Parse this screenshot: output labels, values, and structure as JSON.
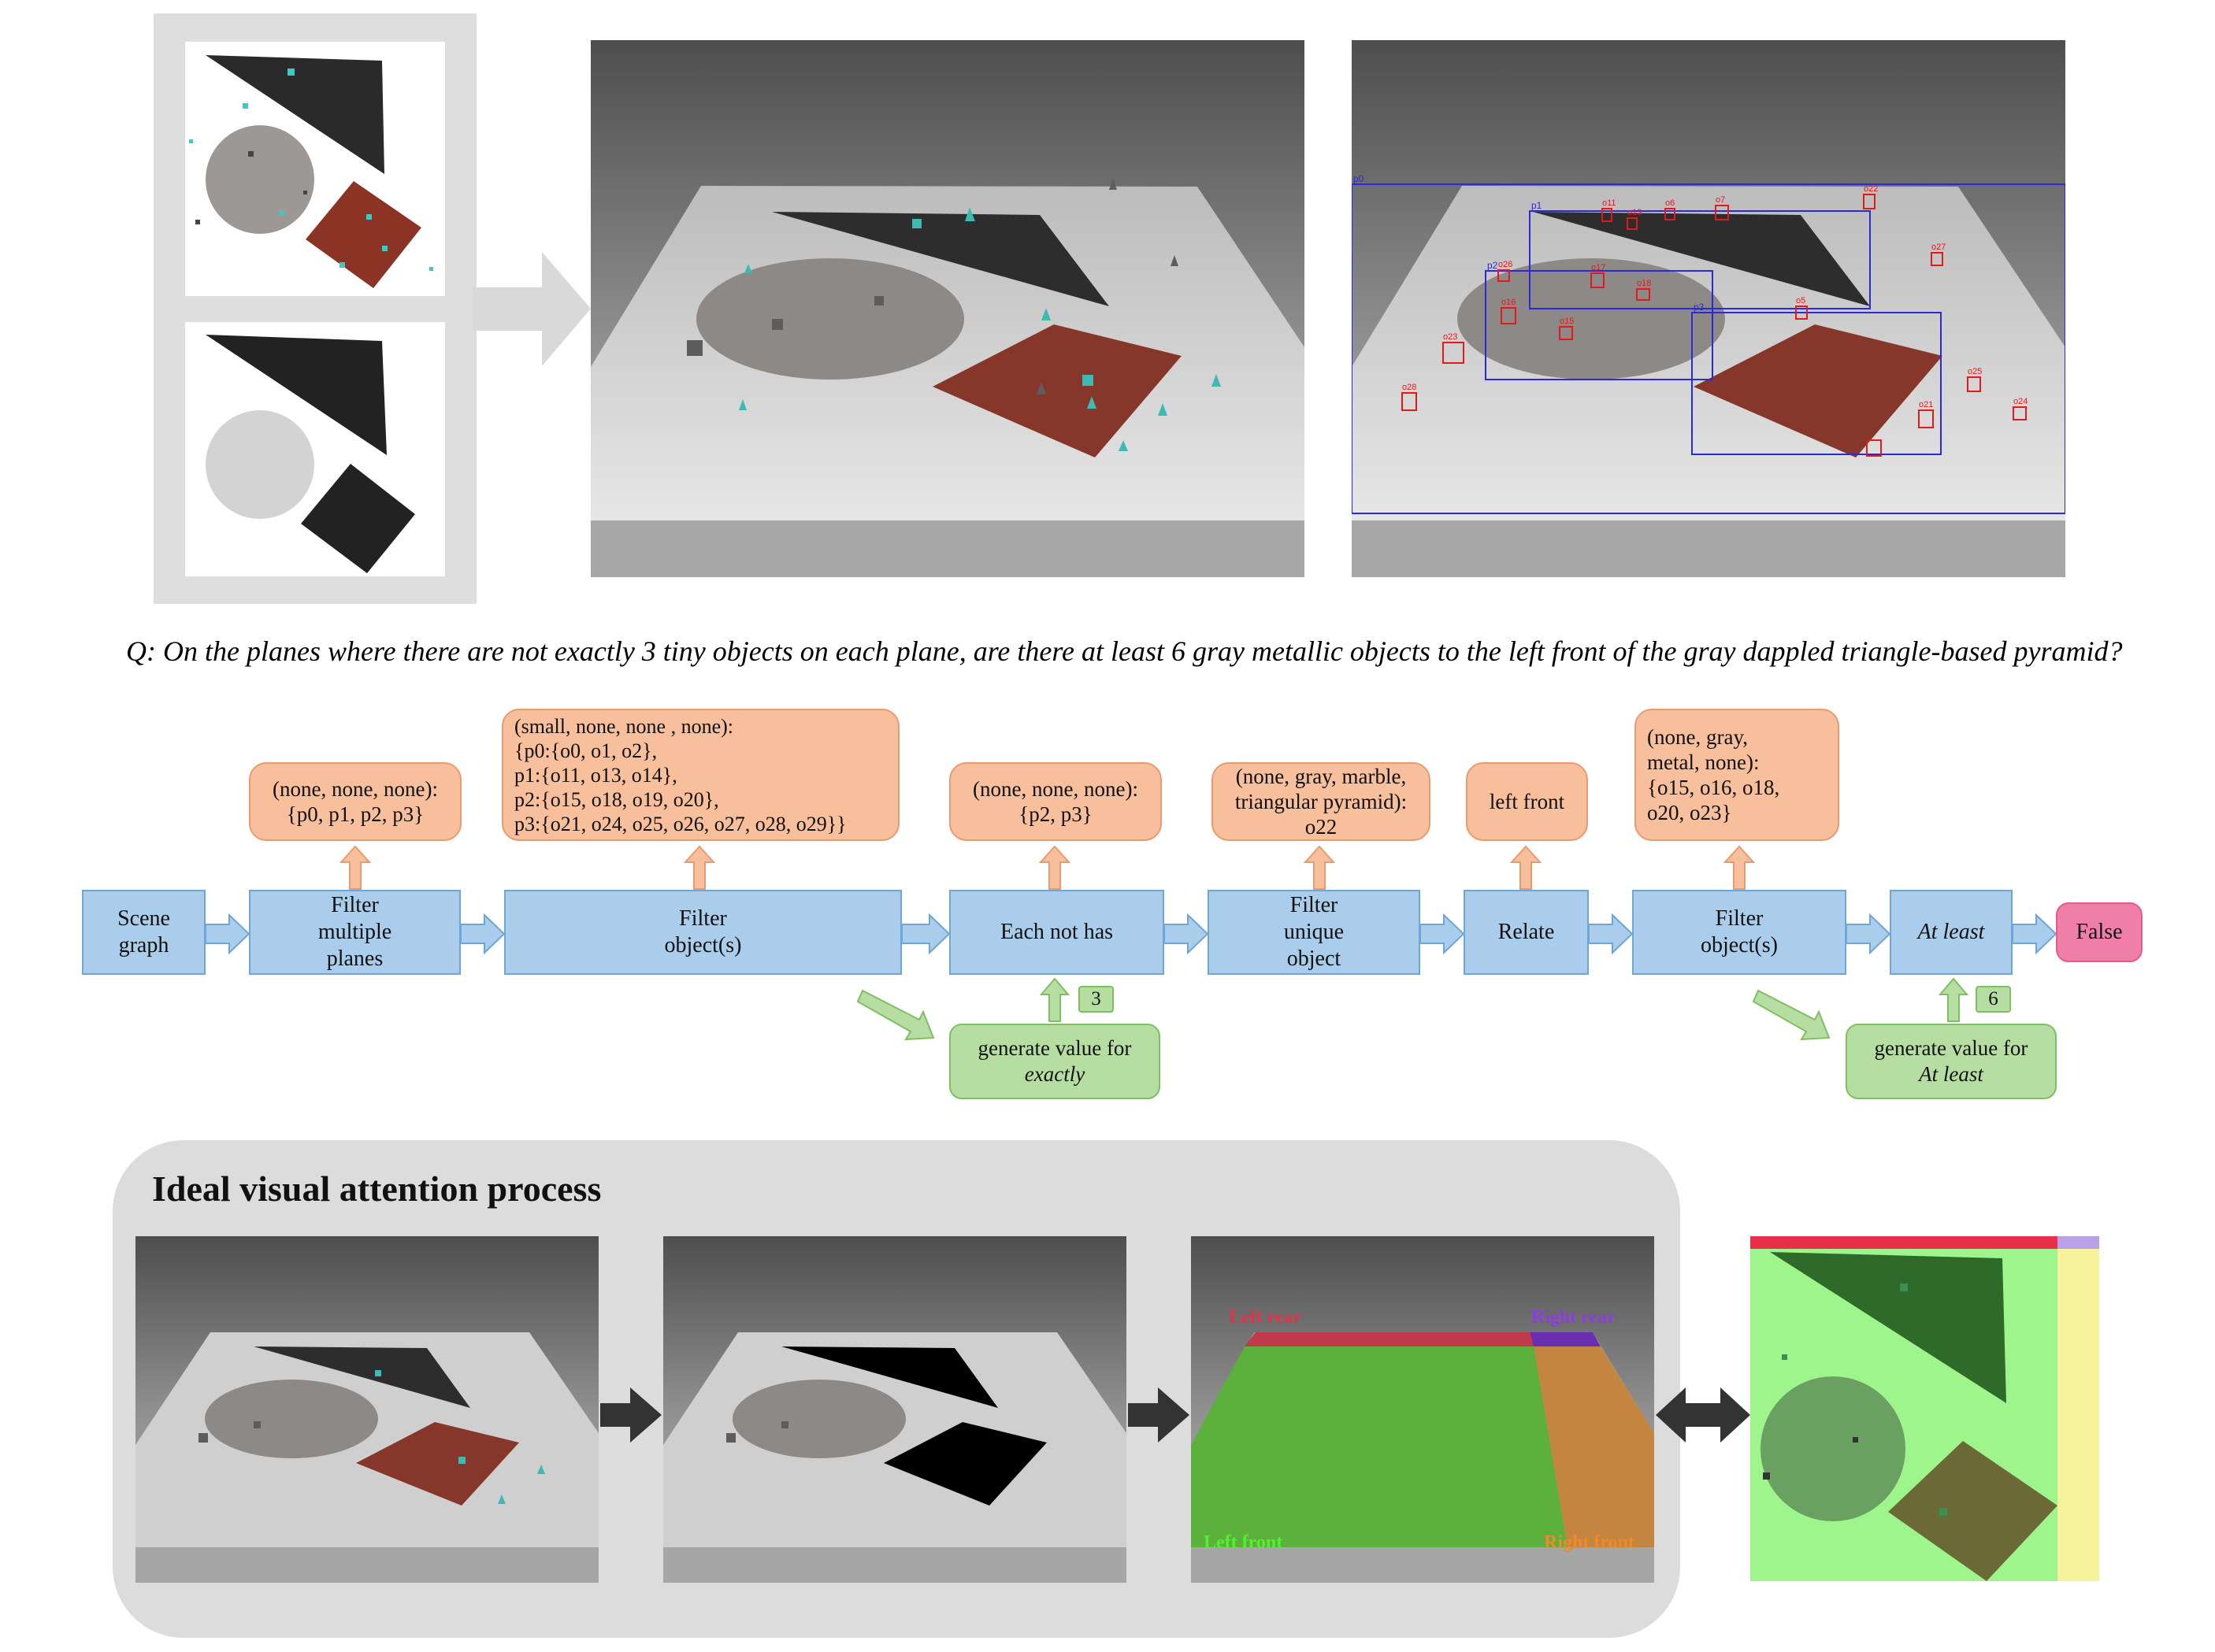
{
  "question": "Q: On the planes where there are not exactly 3 tiny objects on each plane, are there at least 6 gray metallic objects to the left front of the gray dappled triangle-based pyramid?",
  "bbox_labels": {
    "planes": [
      "p0",
      "p1",
      "p2",
      "p3"
    ],
    "objects": [
      "o11",
      "o13",
      "o6",
      "o7",
      "o22",
      "o26",
      "o17",
      "o18",
      "o16",
      "o15",
      "o23",
      "o27",
      "o5",
      "o25",
      "o24",
      "o21",
      "o28"
    ]
  },
  "program": {
    "steps": [
      {
        "label": "Scene\ngraph"
      },
      {
        "label": "Filter\nmultiple\nplanes"
      },
      {
        "label": "Filter\nobject(s)"
      },
      {
        "label": "Each not has"
      },
      {
        "label": "Filter\nunique\nobject"
      },
      {
        "label": "Relate"
      },
      {
        "label": "Filter\nobject(s)"
      },
      {
        "label": "At least"
      }
    ],
    "outputs": [
      {
        "text": "(none, none, none):\n{p0, p1, p2, p3}"
      },
      {
        "text": "(small, none, none , none):\n{p0:{o0, o1, o2},\n  p1:{o11, o13, o14},\n  p2:{o15, o18, o19, o20},\n  p3:{o21, o24, o25, o26, o27, o28, o29}}"
      },
      {
        "text": "(none, none, none):\n{p2, p3}"
      },
      {
        "text": "(none, gray, marble,\ntriangular pyramid):\no22"
      },
      {
        "text": "left front"
      },
      {
        "text": "(none, gray,\nmetal, none):\n{o15, o16, o18,\no20, o23}"
      }
    ],
    "result": "False",
    "generators": [
      {
        "line1": "generate value for",
        "line2": "exactly",
        "value": "3"
      },
      {
        "line1": "generate value for",
        "line2": "At least",
        "value": "6"
      }
    ]
  },
  "attention": {
    "title": "Ideal visual attention process",
    "regions": {
      "left_rear": "Left rear",
      "right_rear": "Right rear",
      "left_front": "Left front",
      "right_front": "Right front"
    }
  },
  "colors": {
    "step_fill": "#a9cdea",
    "output_fill": "#f8bf9c",
    "generator_fill": "#b7dea2",
    "result_fill": "#f07fa8",
    "left_rear": "#e8304a",
    "right_rear": "#7b2fd1",
    "left_front": "#55ee33",
    "right_front": "#f0892a"
  }
}
